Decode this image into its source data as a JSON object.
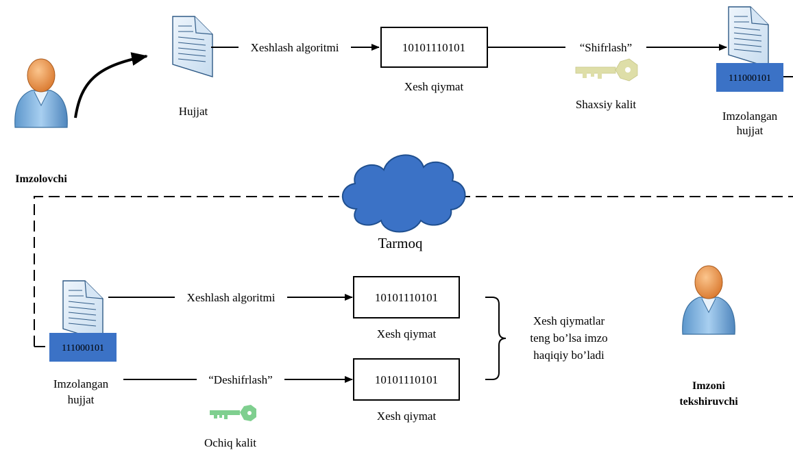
{
  "colors": {
    "doc_blue": "#3b72c6",
    "cloud_blue": "#3b72c6",
    "private_key": "#dedea8",
    "public_key": "#7fcf8f",
    "person_body": "#7bb0dc",
    "person_head": "#f2a05e"
  },
  "icons": [
    "person-icon",
    "document-icon",
    "cloud-icon",
    "key-icon"
  ],
  "signer": {
    "label": "Imzolovchi",
    "document_label": "Hujjat",
    "hash_algo_label": "Xeshlash algoritmi",
    "hash_value": "10101110101",
    "hash_caption": "Xesh qiymat",
    "encrypt_label": "“Shifrlash”",
    "private_key_label": "Shaxsiy kalit",
    "signed_code": "111000101",
    "signed_doc_label_line1": "Imzolangan",
    "signed_doc_label_line2": "hujjat"
  },
  "network": {
    "label": "Tarmoq"
  },
  "verifier": {
    "label_line1": "Imzoni",
    "label_line2": "tekshiruvchi",
    "signed_code": "111000101",
    "signed_doc_label_line1": "Imzolangan",
    "signed_doc_label_line2": "hujjat",
    "hash_algo_label": "Xeshlash algoritmi",
    "hash_value_1": "10101110101",
    "hash_caption_1": "Xesh qiymat",
    "decrypt_label": "“Deshifrlash”",
    "hash_value_2": "10101110101",
    "hash_caption_2": "Xesh qiymat",
    "public_key_label": "Ochiq kalit",
    "result_line1": "Xesh qiymatlar",
    "result_line2": "teng bo’lsa imzo",
    "result_line3": "haqiqiy bo’ladi"
  }
}
